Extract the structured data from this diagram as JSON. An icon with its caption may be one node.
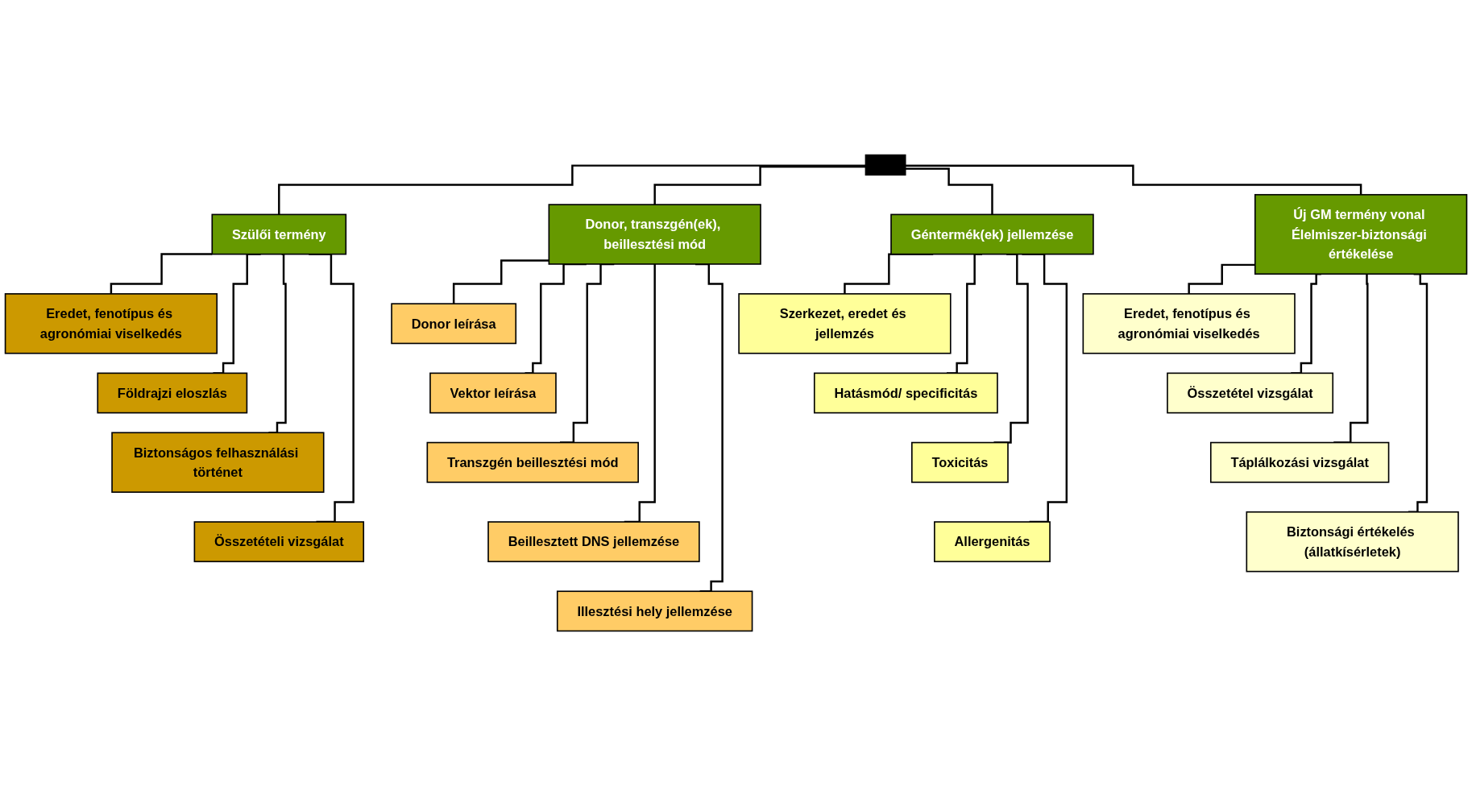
{
  "diagram": {
    "nodes": [
      {
        "text": [],
        "shape": "bar"
      },
      {
        "text": [
          "Szülői termény"
        ]
      },
      {
        "text": [
          "Donor, transzgén(ek), beillesztési mód"
        ]
      },
      {
        "text": [
          "Géntermék(ek) jellemzése"
        ]
      },
      {
        "text": [
          "Új GM termény vonal Élelmiszer-biztonsági értékelése"
        ]
      },
      {
        "text": [
          "Eredet, fenotípus és agronómiai viselkedés"
        ]
      },
      {
        "text": [
          "Földrajzi eloszlás"
        ]
      },
      {
        "text": [
          "Biztonságos felhasználási történet"
        ]
      },
      {
        "text": [
          "Összetételi vizsgálat"
        ]
      },
      {
        "text": [
          "Donor leírása"
        ]
      },
      {
        "text": [
          "Vektor leírása"
        ]
      },
      {
        "text": [
          "Transzgén beillesztési mód"
        ]
      },
      {
        "text": [
          "Beillesztett DNS jellemzése"
        ]
      },
      {
        "text": [
          "Illesztési hely jellemzése"
        ]
      },
      {
        "text": [
          "Szerkezet, eredet és jellemzés"
        ]
      },
      {
        "text": [
          "Hatásmód/ specificitás"
        ]
      },
      {
        "text": [
          "Toxicitás"
        ]
      },
      {
        "text": [
          "Allergenitás"
        ]
      },
      {
        "text": [
          "Eredet, fenotípus és agronómiai viselkedés"
        ]
      },
      {
        "text": [
          "Összetétel vizsgálat"
        ]
      },
      {
        "text": [
          "Táplálkozási vizsgálat"
        ]
      },
      {
        "text": [
          "Biztonsági értékelés (állatkísérletek)"
        ]
      }
    ],
    "edges": [
      {
        "from": 0,
        "to": 1,
        "arrow": "none"
      },
      {
        "from": 0,
        "to": 2,
        "arrow": "none"
      },
      {
        "from": 0,
        "to": 3,
        "arrow": "none"
      },
      {
        "from": 0,
        "to": 4,
        "arrow": "none"
      },
      {
        "from": 1,
        "to": 5,
        "arrow": "none"
      },
      {
        "from": 1,
        "to": 6,
        "arrow": "none"
      },
      {
        "from": 1,
        "to": 7,
        "arrow": "none"
      },
      {
        "from": 1,
        "to": 8,
        "arrow": "none"
      },
      {
        "from": 2,
        "to": 9,
        "arrow": "none"
      },
      {
        "from": 2,
        "to": 10,
        "arrow": "none"
      },
      {
        "from": 2,
        "to": 11,
        "arrow": "none"
      },
      {
        "from": 2,
        "to": 12,
        "arrow": "none"
      },
      {
        "from": 2,
        "to": 13,
        "arrow": "none"
      },
      {
        "from": 3,
        "to": 14,
        "arrow": "none"
      },
      {
        "from": 3,
        "to": 15,
        "arrow": "none"
      },
      {
        "from": 3,
        "to": 16,
        "arrow": "none"
      },
      {
        "from": 3,
        "to": 17,
        "arrow": "none"
      },
      {
        "from": 4,
        "to": 18,
        "arrow": "none"
      },
      {
        "from": 4,
        "to": 19,
        "arrow": "none"
      },
      {
        "from": 4,
        "to": 20,
        "arrow": "none"
      },
      {
        "from": 4,
        "to": 21,
        "arrow": "none"
      }
    ]
  }
}
